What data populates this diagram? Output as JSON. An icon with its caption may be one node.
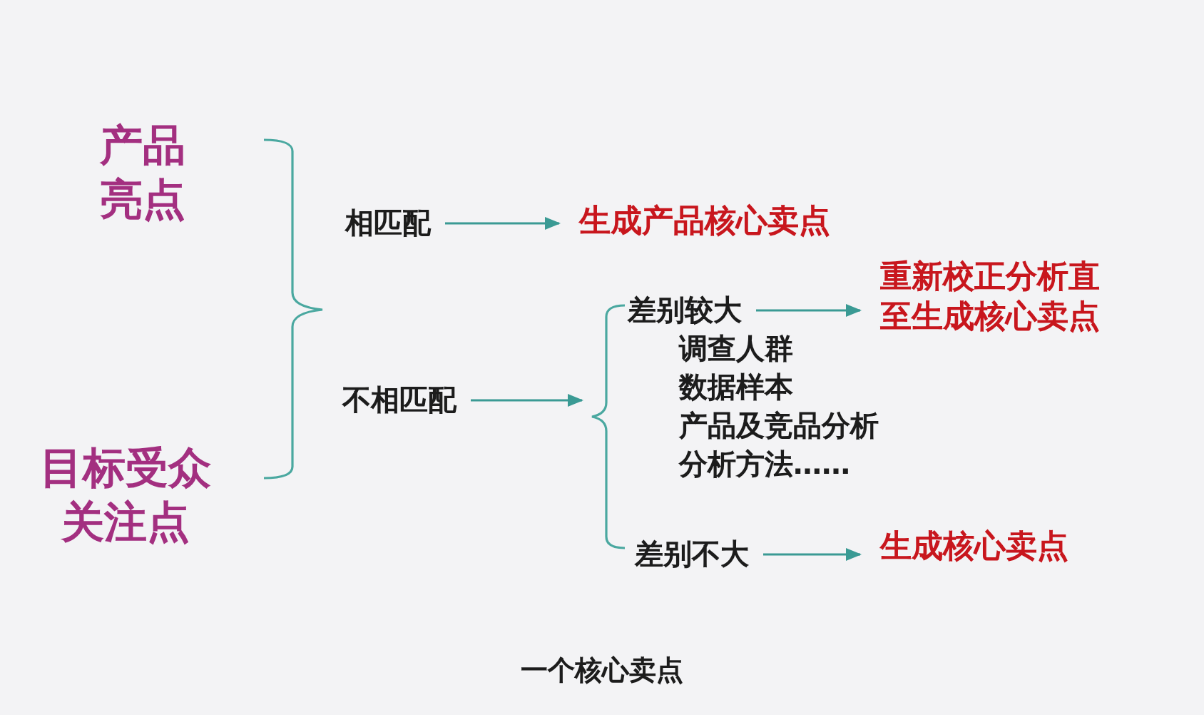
{
  "diagram": {
    "caption": "一个核心卖点",
    "nodes": [
      {
        "text": [
          "产品亮点"
        ]
      },
      {
        "text": [
          "目标受众关注点"
        ]
      },
      {
        "text": [
          "相匹配"
        ]
      },
      {
        "text": [
          "生成产品核心卖点"
        ]
      },
      {
        "text": [
          "不相匹配"
        ]
      },
      {
        "text": [
          "差别较大"
        ]
      },
      {
        "text": [
          "重新校正分析直至生成核心卖点"
        ]
      },
      {
        "text": [
          "差别不大"
        ]
      },
      {
        "text": [
          "生成核心卖点"
        ]
      }
    ],
    "edges": [
      {
        "from": 2,
        "to": 3,
        "arrow": "to"
      },
      {
        "from": 4,
        "to": 5,
        "arrow": "to"
      },
      {
        "from": 5,
        "to": 6,
        "arrow": "to"
      },
      {
        "from": 7,
        "to": 8,
        "arrow": "to"
      }
    ],
    "labels": [
      "调查人群",
      "数据样本",
      "产品及竞品分析",
      "分析方法……"
    ]
  }
}
